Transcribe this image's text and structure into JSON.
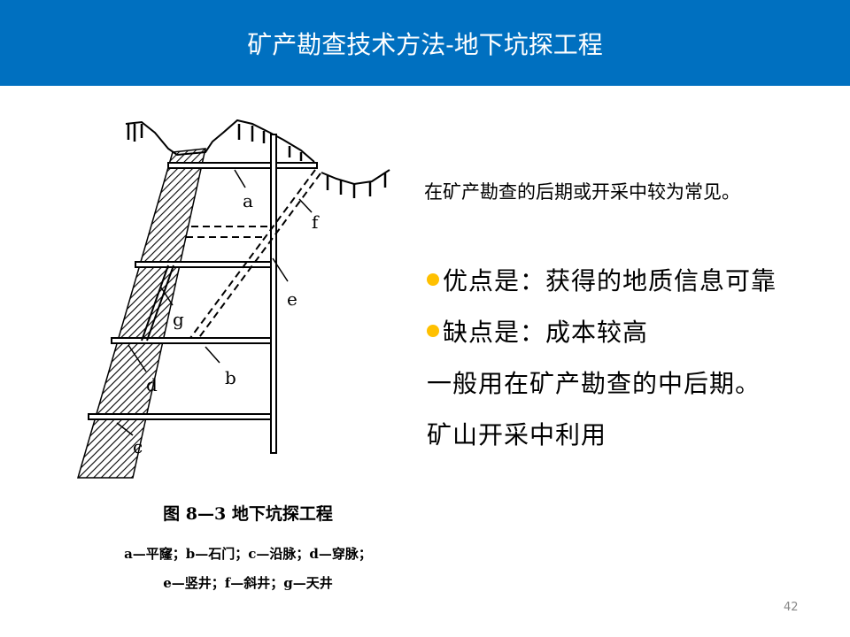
{
  "header": {
    "title": "矿产勘查技术方法-地下坑探工程"
  },
  "figure": {
    "labels": {
      "a": "a",
      "b": "b",
      "c": "c",
      "d": "d",
      "e": "e",
      "f": "f",
      "g": "g"
    },
    "caption_title": "图 8—3   地下坑探工程",
    "caption_line1": "a—平窿；b—石门；c—沿脉；d—穿脉；",
    "caption_line2": "e—竖井；f—斜井；g—天井"
  },
  "content": {
    "note": "在矿产勘查的后期或开采中较为常见。",
    "advantage": "优点是：获得的地质信息可靠",
    "disadvantage": "缺点是：成本较高",
    "line3": "一般用在矿产勘查的中后期。",
    "line4": "矿山开采中利用"
  },
  "colors": {
    "header": "#0070c0",
    "bullet": "#ffc000"
  },
  "page_number": "42"
}
